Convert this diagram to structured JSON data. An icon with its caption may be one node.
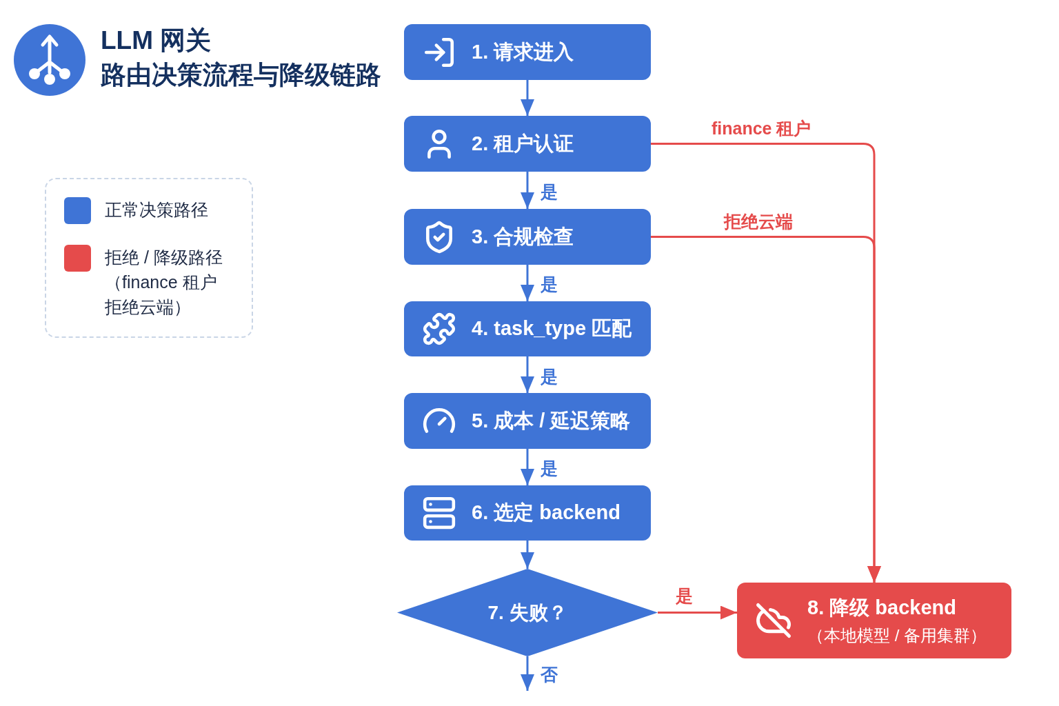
{
  "diagram": {
    "title": "LLM 网关路由决策流程与降级链路",
    "nodes": [
      {
        "text": [
          "1. 请求进入"
        ]
      },
      {
        "text": [
          "2. 租户认证"
        ]
      },
      {
        "text": [
          "3. 合规检查"
        ]
      },
      {
        "text": [
          "4. task_type 匹配"
        ]
      },
      {
        "text": [
          "5. 成本 / 延迟策略"
        ]
      },
      {
        "text": [
          "6. 选定 backend"
        ]
      },
      {
        "text": [
          "7. 失败？"
        ]
      },
      {
        "text": [
          "8. 降级 backend",
          "（本地模型 / 备用集群）"
        ]
      }
    ],
    "edges": [
      {
        "from": 0,
        "to": 1,
        "arrow": "to"
      },
      {
        "from": 1,
        "to": 2,
        "arrow": "to",
        "label": "是"
      },
      {
        "from": 2,
        "to": 3,
        "arrow": "to",
        "label": "是"
      },
      {
        "from": 3,
        "to": 4,
        "arrow": "to",
        "label": "是"
      },
      {
        "from": 4,
        "to": 5,
        "arrow": "to",
        "label": "是"
      },
      {
        "from": 5,
        "to": 6,
        "arrow": "to"
      },
      {
        "from": 6,
        "to": 7,
        "arrow": "to",
        "label": "是",
        "color": "#e54b4b"
      },
      {
        "from": 6,
        "to": null,
        "arrow": "to",
        "label": "否"
      },
      {
        "from": 1,
        "to": 7,
        "arrow": "to",
        "label": "finance 租户",
        "color": "#e54b4b"
      },
      {
        "from": 2,
        "to": 7,
        "arrow": "to",
        "label": "拒绝云端",
        "color": "#e54b4b"
      }
    ],
    "legend": [
      {
        "text": "正常决策路径",
        "color": "#3f74d6"
      },
      {
        "text": "拒绝 / 降级路径（finance 租户拒绝云端）",
        "color": "#e54b4b"
      }
    ]
  }
}
